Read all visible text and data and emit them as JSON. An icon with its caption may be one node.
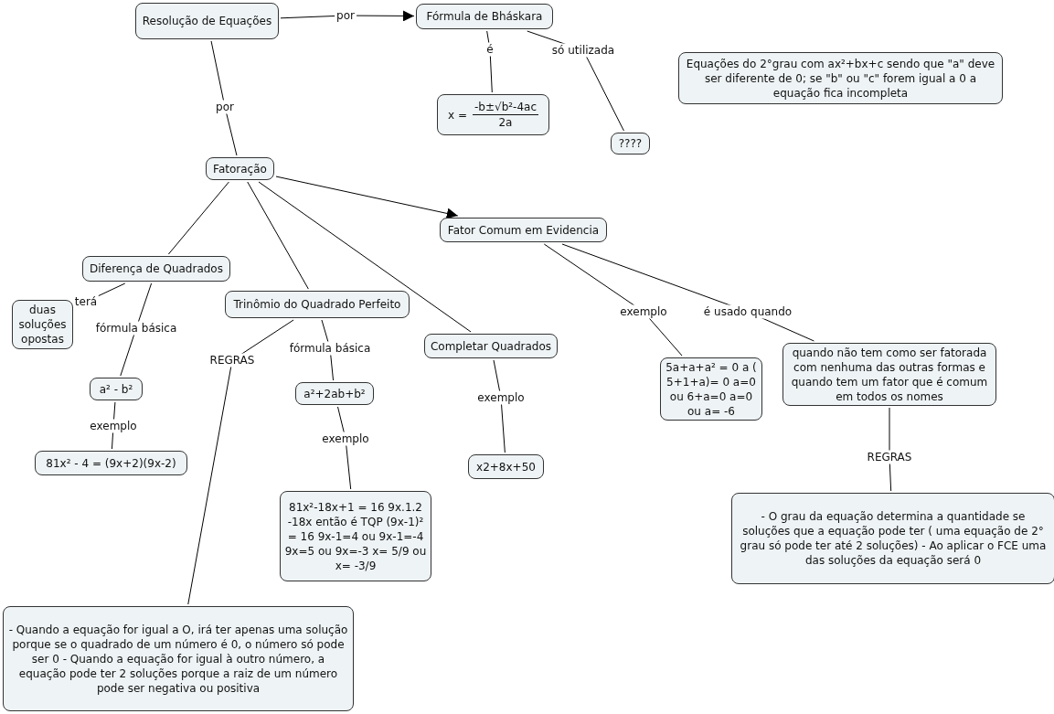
{
  "diagram": {
    "nodes": [
      {
        "text": [
          "Resolução de Equações"
        ]
      },
      {
        "text": [
          "Fórmula de Bháskara"
        ]
      },
      {
        "text": [
          "x =",
          "-b±√b²-4ac",
          "2a"
        ]
      },
      {
        "text": [
          "????"
        ]
      },
      {
        "text": [
          "Equações do 2°grau com ax²+bx+c sendo que \"a\" deve ser diferente de 0; se \"b\" ou \"c\" forem igual a 0 a equação fica incompleta"
        ]
      },
      {
        "text": [
          "Fatoração"
        ]
      },
      {
        "text": [
          "Fator Comum em Evidencia"
        ]
      },
      {
        "text": [
          "Diferença de Quadrados"
        ]
      },
      {
        "text": [
          "duas soluções opostas"
        ]
      },
      {
        "text": [
          "Trinômio do Quadrado Perfeito"
        ]
      },
      {
        "text": [
          "Completar Quadrados"
        ]
      },
      {
        "text": [
          "a² - b²"
        ]
      },
      {
        "text": [
          "81x² - 4 = (9x+2)(9x-2)"
        ]
      },
      {
        "text": [
          "a²+2ab+b²"
        ]
      },
      {
        "text": [
          "x2+8x+50"
        ]
      },
      {
        "text": [
          "5a+a+a² = 0 a ( 5+1+a)= 0 a=0 ou 6+a=0 a=0 ou a= -6"
        ]
      },
      {
        "text": [
          "quando não tem como ser fatorada com nenhuma das outras formas e quando tem um fator que é comum em todos os nomes"
        ]
      },
      {
        "text": [
          "81x²-18x+1 = 16 9x.1.2 -18x então é TQP (9x-1)² = 16 9x-1=4 ou 9x-1=-4 9x=5 ou 9x=-3 x= 5/9 ou x= -3/9"
        ]
      },
      {
        "text": [
          "- Quando a equação for igual a O, irá ter apenas uma solução porque se o quadrado de um número é 0, o número só pode ser 0 - Quando a equação for igual à outro número, a equação pode ter 2 soluções porque a raiz de um número pode ser negativa ou positiva"
        ]
      },
      {
        "text": [
          "- O grau da equação determina a quantidade se soluções que a equação pode ter ( uma equação de 2° grau só pode ter até 2 soluções) - Ao aplicar o FCE uma das soluções da equação será 0"
        ]
      }
    ],
    "edges": [
      {
        "from": 0,
        "to": 1,
        "label": "por",
        "arrow": "to"
      },
      {
        "from": 1,
        "to": 2,
        "label": "é",
        "arrow": "none"
      },
      {
        "from": 1,
        "to": 3,
        "label": "só utilizada",
        "arrow": "none"
      },
      {
        "from": 0,
        "to": 5,
        "label": "por",
        "arrow": "none"
      },
      {
        "from": 5,
        "to": 6,
        "arrow": "to"
      },
      {
        "from": 5,
        "to": 7,
        "arrow": "none"
      },
      {
        "from": 5,
        "to": 9,
        "arrow": "none"
      },
      {
        "from": 5,
        "to": 10,
        "arrow": "none"
      },
      {
        "from": 7,
        "to": 8,
        "label": "terá",
        "arrow": "none"
      },
      {
        "from": 7,
        "to": 11,
        "label": "fórmula básica",
        "arrow": "none"
      },
      {
        "from": 11,
        "to": 12,
        "label": "exemplo",
        "arrow": "none"
      },
      {
        "from": 9,
        "to": 18,
        "label": "REGRAS",
        "arrow": "none"
      },
      {
        "from": 9,
        "to": 13,
        "label": "fórmula básica",
        "arrow": "none"
      },
      {
        "from": 13,
        "to": 17,
        "label": "exemplo",
        "arrow": "none"
      },
      {
        "from": 10,
        "to": 14,
        "label": "exemplo",
        "arrow": "none"
      },
      {
        "from": 6,
        "to": 15,
        "label": "exemplo",
        "arrow": "none"
      },
      {
        "from": 6,
        "to": 16,
        "label": "é usado quando",
        "arrow": "none"
      },
      {
        "from": 16,
        "to": 19,
        "label": "REGRAS",
        "arrow": "none"
      }
    ]
  }
}
